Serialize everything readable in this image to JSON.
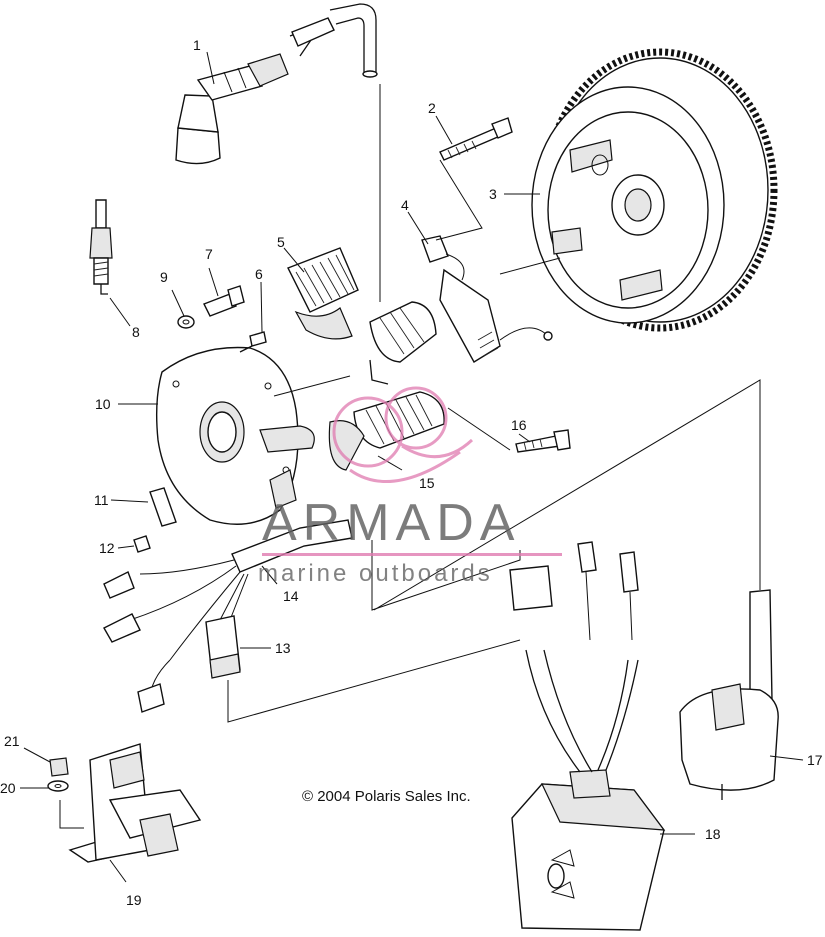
{
  "callouts": {
    "c1": "1",
    "c2": "2",
    "c3": "3",
    "c4": "4",
    "c5": "5",
    "c6": "6",
    "c7": "7",
    "c8": "8",
    "c9": "9",
    "c10": "10",
    "c11": "11",
    "c12": "12",
    "c13": "13",
    "c14": "14",
    "c15": "15",
    "c16": "16",
    "c17": "17",
    "c18": "18",
    "c19": "19",
    "c20": "20",
    "c21": "21"
  },
  "copyright": "© 2004 Polaris Sales Inc.",
  "watermark": {
    "title": "ARMADA",
    "subtitle": "marine outboards",
    "colors": {
      "text": "#5f5f5f",
      "accent": "#e07ab0"
    }
  }
}
